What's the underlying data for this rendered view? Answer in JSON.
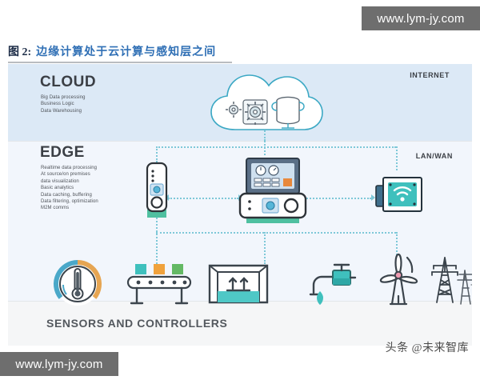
{
  "watermarks": {
    "top": "www.lym-jy.com",
    "bottom": "www.lym-jy.com"
  },
  "caption": {
    "figure_number": "图 2:",
    "text": "边缘计算处于云计算与感知层之间",
    "number_color": "#1b2b46",
    "text_color": "#2f6fb5"
  },
  "figure": {
    "bands": {
      "cloud_color": "#dce9f6",
      "edge_color": "#f2f6fc",
      "sensors_color": "#f5f6f7"
    },
    "cloud": {
      "title": "CLOUD",
      "items": [
        "Big Data processing",
        "Business Logic",
        "Data Warehousing"
      ],
      "side_label": "INTERNET",
      "icons": [
        "cpu-gear-icon",
        "database-server-icon"
      ]
    },
    "edge": {
      "title": "EDGE",
      "items": [
        "Realtime data processing",
        "At source/on premises",
        "data visualization",
        "Basic analytics",
        "Data caching, buffering",
        "Data filtering, optimization",
        "M2M comms"
      ],
      "side_label": "LAN/WAN",
      "icons": [
        "edge-controller-icon",
        "dashboard-monitor-icon",
        "edge-gateway-icon",
        "wifi-access-point-icon"
      ]
    },
    "sensors": {
      "title": "SENSORS AND CONTROLLERS",
      "icons": [
        "temperature-gauge-icon",
        "conveyor-belt-icon",
        "storage-tank-icon",
        "water-valve-icon",
        "wind-turbine-icon",
        "power-tower-icon"
      ]
    },
    "connector_color": "#7ec8d8"
  },
  "logo": {
    "text": "头条 @未来智库"
  }
}
